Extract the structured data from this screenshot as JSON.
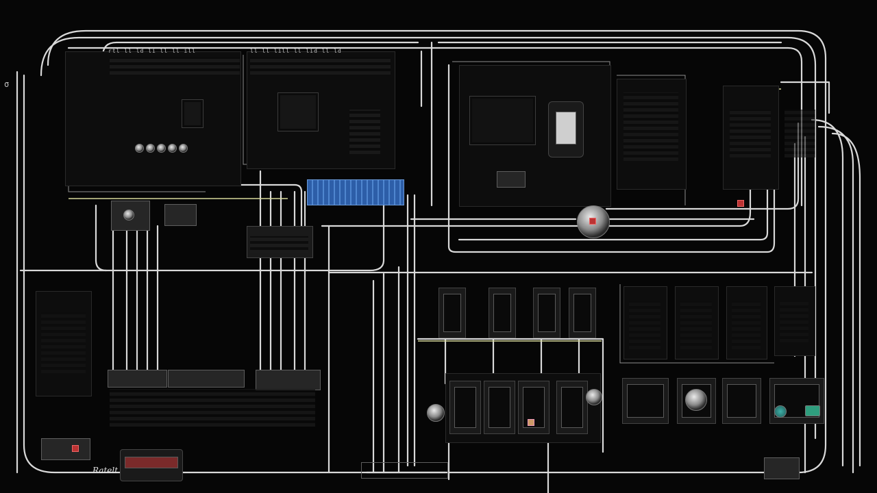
{
  "scene": {
    "description_labels": {
      "top_header_left": "rtl ll ld li ll ll ill",
      "top_header_mid": "ll ll lill ll lid ll ld",
      "bottom_left_brand": "Ratelt"
    }
  },
  "colors": {
    "background": "#060606",
    "wire": "#d9d9d9",
    "wire_dim": "#8f8f8f",
    "accent_blue": "#3f74bf",
    "accent_yellow": "#d7d99a",
    "accent_red": "#b33333"
  }
}
